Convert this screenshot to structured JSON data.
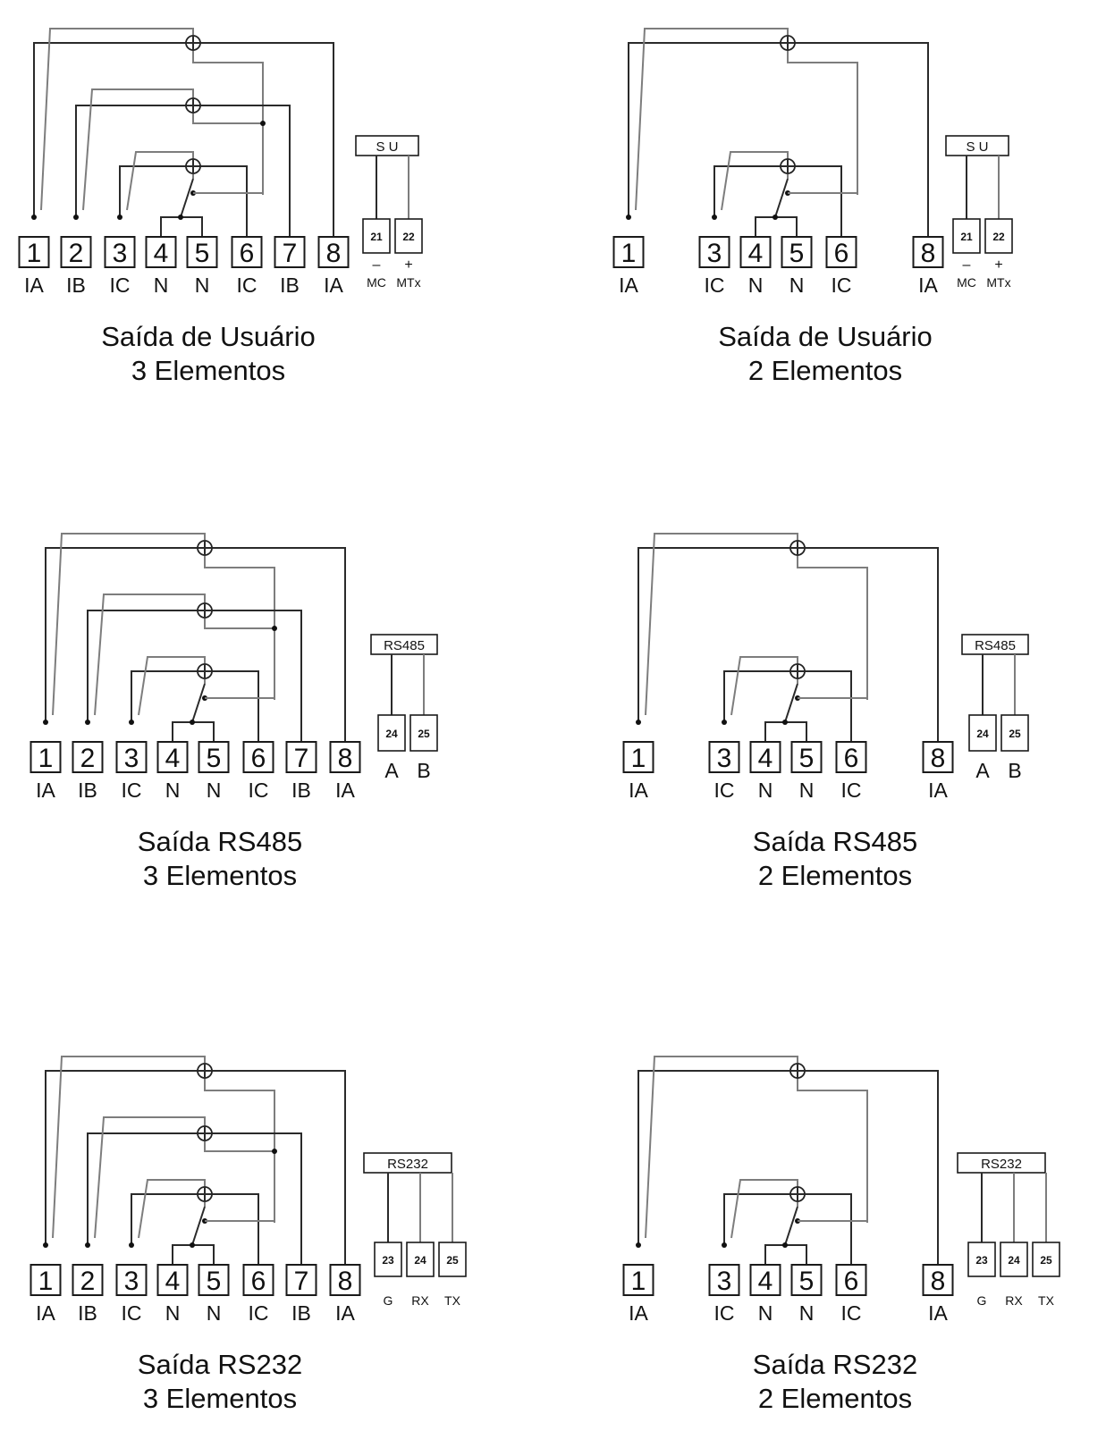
{
  "diagrams": [
    {
      "caption_line1": "Saída de Usuário",
      "caption_line2": "3 Elementos",
      "terminals": [
        {
          "num": "1",
          "signal": "IA"
        },
        {
          "num": "2",
          "signal": "IB"
        },
        {
          "num": "3",
          "signal": "IC"
        },
        {
          "num": "4",
          "signal": "N"
        },
        {
          "num": "5",
          "signal": "N"
        },
        {
          "num": "6",
          "signal": "IC"
        },
        {
          "num": "7",
          "signal": "IB"
        },
        {
          "num": "8",
          "signal": "IA"
        }
      ],
      "output": {
        "header": "S U",
        "terminals": [
          {
            "num": "21",
            "sign": "–",
            "label": "MC"
          },
          {
            "num": "22",
            "sign": "+",
            "label": "MTx"
          }
        ]
      }
    },
    {
      "caption_line1": "Saída de Usuário",
      "caption_line2": "2 Elementos",
      "terminals": [
        {
          "num": "1",
          "signal": "IA"
        },
        {
          "num": "3",
          "signal": "IC"
        },
        {
          "num": "4",
          "signal": "N"
        },
        {
          "num": "5",
          "signal": "N"
        },
        {
          "num": "6",
          "signal": "IC"
        },
        {
          "num": "8",
          "signal": "IA"
        }
      ],
      "output": {
        "header": "S U",
        "terminals": [
          {
            "num": "21",
            "sign": "–",
            "label": "MC"
          },
          {
            "num": "22",
            "sign": "+",
            "label": "MTx"
          }
        ]
      }
    },
    {
      "caption_line1": "Saída RS485",
      "caption_line2": "3 Elementos",
      "terminals": [
        {
          "num": "1",
          "signal": "IA"
        },
        {
          "num": "2",
          "signal": "IB"
        },
        {
          "num": "3",
          "signal": "IC"
        },
        {
          "num": "4",
          "signal": "N"
        },
        {
          "num": "5",
          "signal": "N"
        },
        {
          "num": "6",
          "signal": "IC"
        },
        {
          "num": "7",
          "signal": "IB"
        },
        {
          "num": "8",
          "signal": "IA"
        }
      ],
      "output": {
        "header": "RS485",
        "terminals": [
          {
            "num": "24",
            "label": "A"
          },
          {
            "num": "25",
            "label": "B"
          }
        ]
      }
    },
    {
      "caption_line1": "Saída RS485",
      "caption_line2": "2 Elementos",
      "terminals": [
        {
          "num": "1",
          "signal": "IA"
        },
        {
          "num": "3",
          "signal": "IC"
        },
        {
          "num": "4",
          "signal": "N"
        },
        {
          "num": "5",
          "signal": "N"
        },
        {
          "num": "6",
          "signal": "IC"
        },
        {
          "num": "8",
          "signal": "IA"
        }
      ],
      "output": {
        "header": "RS485",
        "terminals": [
          {
            "num": "24",
            "label": "A"
          },
          {
            "num": "25",
            "label": "B"
          }
        ]
      }
    },
    {
      "caption_line1": "Saída RS232",
      "caption_line2": "3 Elementos",
      "terminals": [
        {
          "num": "1",
          "signal": "IA"
        },
        {
          "num": "2",
          "signal": "IB"
        },
        {
          "num": "3",
          "signal": "IC"
        },
        {
          "num": "4",
          "signal": "N"
        },
        {
          "num": "5",
          "signal": "N"
        },
        {
          "num": "6",
          "signal": "IC"
        },
        {
          "num": "7",
          "signal": "IB"
        },
        {
          "num": "8",
          "signal": "IA"
        }
      ],
      "output": {
        "header": "RS232",
        "terminals": [
          {
            "num": "23",
            "label": "G"
          },
          {
            "num": "24",
            "label": "RX"
          },
          {
            "num": "25",
            "label": "TX"
          }
        ]
      }
    },
    {
      "caption_line1": "Saída RS232",
      "caption_line2": "2 Elementos",
      "terminals": [
        {
          "num": "1",
          "signal": "IA"
        },
        {
          "num": "3",
          "signal": "IC"
        },
        {
          "num": "4",
          "signal": "N"
        },
        {
          "num": "5",
          "signal": "N"
        },
        {
          "num": "6",
          "signal": "IC"
        },
        {
          "num": "8",
          "signal": "IA"
        }
      ],
      "output": {
        "header": "RS232",
        "terminals": [
          {
            "num": "23",
            "label": "G"
          },
          {
            "num": "24",
            "label": "RX"
          },
          {
            "num": "25",
            "label": "TX"
          }
        ]
      }
    }
  ]
}
